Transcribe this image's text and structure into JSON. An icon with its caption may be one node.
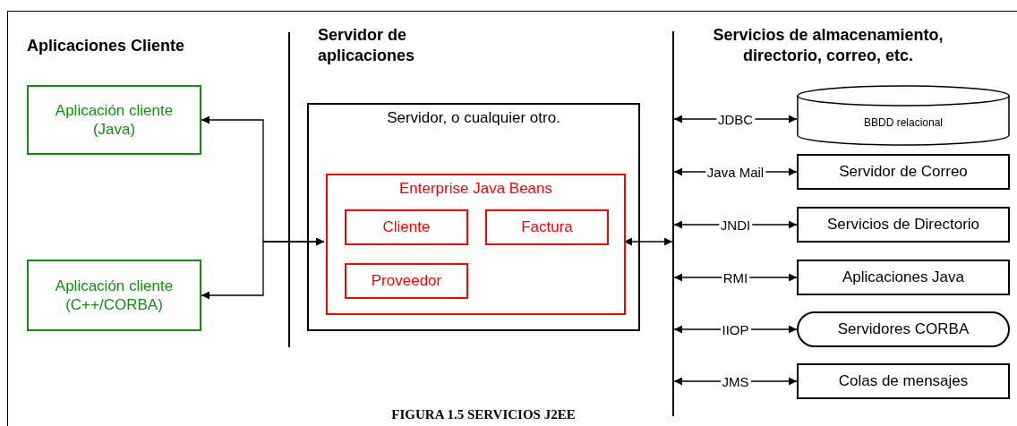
{
  "diagram": {
    "caption": "FIGURA 1.5 SERVICIOS J2EE",
    "nodes": [
      {
        "text": [
          "Aplicación cliente (Java)"
        ]
      },
      {
        "text": [
          "Aplicación cliente (C++/CORBA)"
        ]
      },
      {
        "text": [
          "Servidor, o cualquier otro."
        ]
      },
      {
        "text": [
          "Enterprise Java Beans"
        ],
        "in": 2
      },
      {
        "text": [
          "Cliente"
        ],
        "in": 3
      },
      {
        "text": [
          "Factura"
        ],
        "in": 3
      },
      {
        "text": [
          "Proveedor"
        ],
        "in": 3
      },
      {
        "text": [],
        "shape": "bar"
      },
      {
        "text": [
          "BBDD relacional"
        ]
      },
      {
        "text": [
          "Servidor de Correo"
        ]
      },
      {
        "text": [
          "Servicios de Directorio"
        ]
      },
      {
        "text": [
          "Aplicaciones Java"
        ]
      },
      {
        "text": [
          "Servidores CORBA"
        ]
      },
      {
        "text": [
          "Colas de mensajes"
        ]
      }
    ],
    "edges": [
      {
        "from": 3,
        "to": 0,
        "arrow": "both"
      },
      {
        "from": 3,
        "to": 1,
        "arrow": "both"
      },
      {
        "from": 3,
        "to": 7,
        "arrow": "both"
      },
      {
        "from": 7,
        "to": 8,
        "arrow": "both",
        "label": "JDBC"
      },
      {
        "from": 7,
        "to": 9,
        "arrow": "both",
        "label": "Java Mail"
      },
      {
        "from": 7,
        "to": 10,
        "arrow": "both",
        "label": "JNDI"
      },
      {
        "from": 7,
        "to": 11,
        "arrow": "both",
        "label": "RMI"
      },
      {
        "from": 7,
        "to": 12,
        "arrow": "both",
        "label": "IIOP"
      },
      {
        "from": 7,
        "to": 13,
        "arrow": "both",
        "label": "JMS"
      }
    ],
    "labels": [
      "Aplicaciones Cliente",
      "Servidor de aplicaciones",
      "Servicios de almacenamiento, directorio, correo, etc."
    ]
  }
}
